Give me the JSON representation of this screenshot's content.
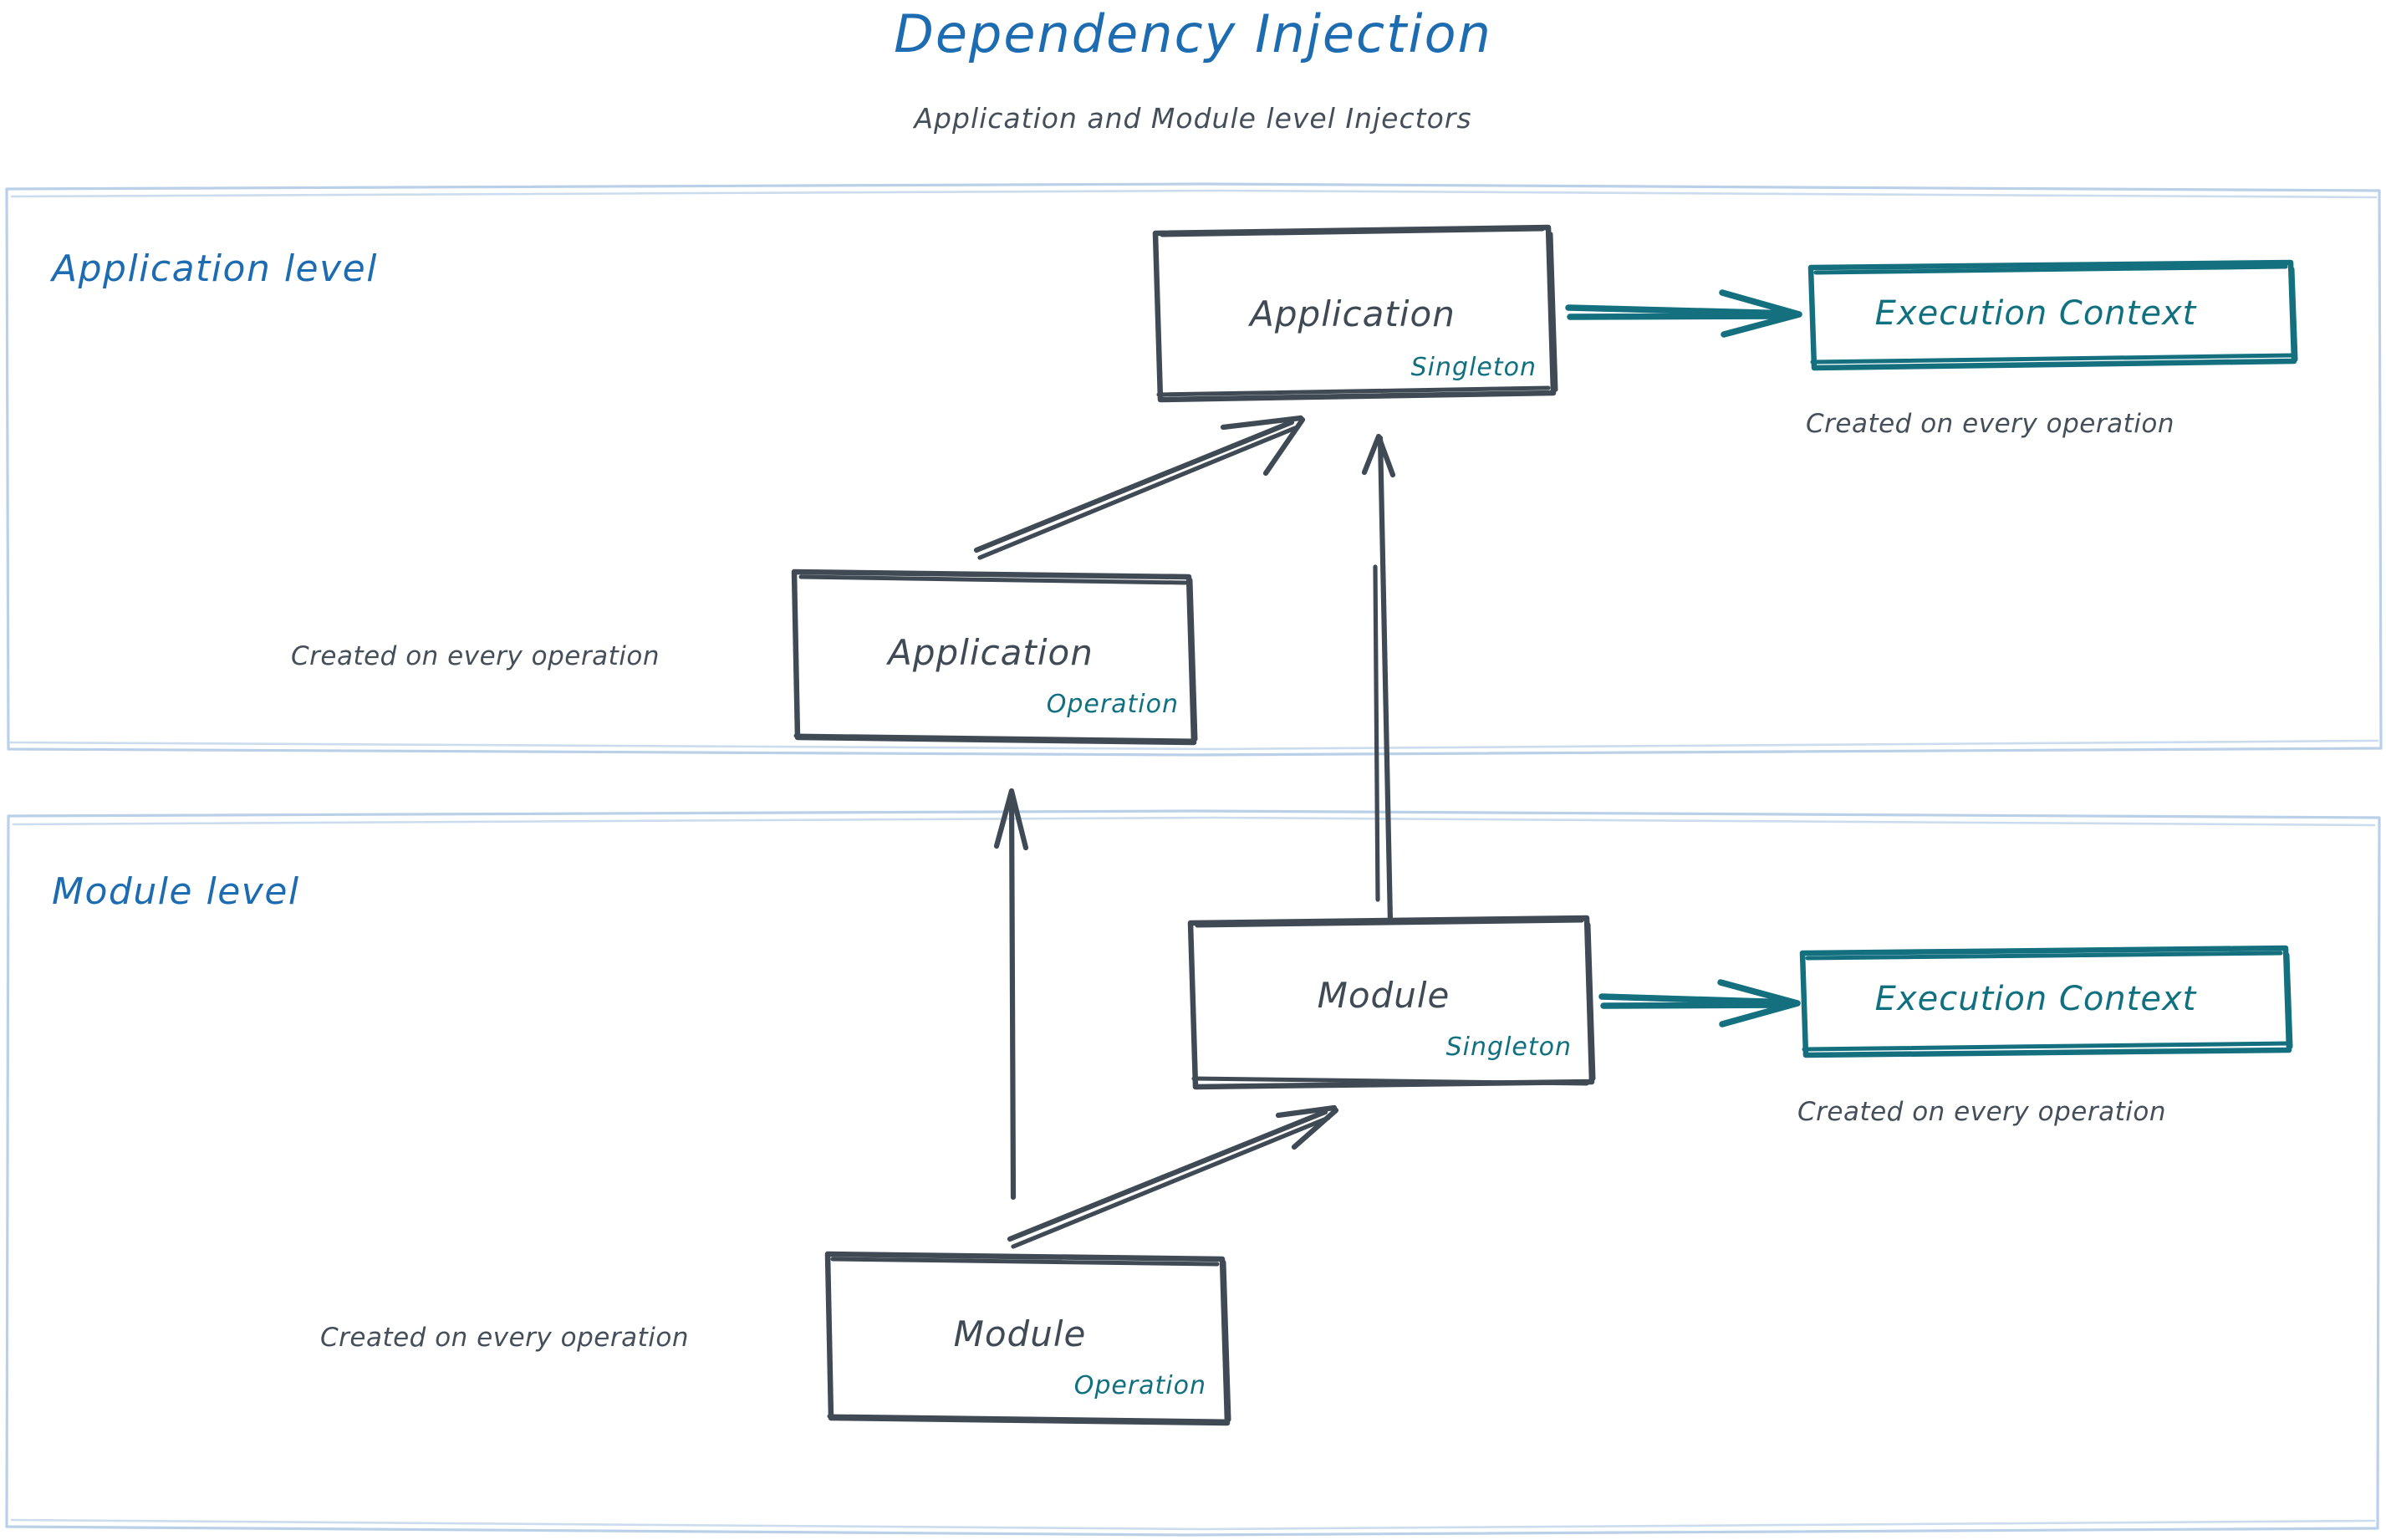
{
  "header": {
    "title": "Dependency Injection",
    "subtitle": "Application and Module level Injectors"
  },
  "colors": {
    "title_blue": "#1d6cb2",
    "lane_border": "#b9d0e8",
    "node_stroke": "#3f4a54",
    "scope_teal": "#10707f",
    "caption_gray": "#454f59",
    "background": "#ffffff"
  },
  "lanes": [
    {
      "id": "application-level",
      "title": "Application level",
      "nodes": [
        {
          "id": "application-singleton",
          "title": "Application",
          "scope": "Singleton"
        },
        {
          "id": "application-operation",
          "title": "Application",
          "scope": "Operation",
          "caption": "Created on every operation"
        },
        {
          "id": "execution-context-application",
          "title": "Execution Context",
          "caption": "Created on every operation"
        }
      ],
      "edges": [
        {
          "id": "app-operation-to-app-singleton",
          "from": "application-operation",
          "to": "application-singleton",
          "style": "dark-double"
        },
        {
          "id": "app-singleton-to-execution-context",
          "from": "application-singleton",
          "to": "execution-context-application",
          "style": "teal"
        }
      ]
    },
    {
      "id": "module-level",
      "title": "Module level",
      "nodes": [
        {
          "id": "module-singleton",
          "title": "Module",
          "scope": "Singleton"
        },
        {
          "id": "module-operation",
          "title": "Module",
          "scope": "Operation",
          "caption": "Created on every operation"
        },
        {
          "id": "execution-context-module",
          "title": "Execution Context",
          "caption": "Created on every operation"
        }
      ],
      "edges": [
        {
          "id": "module-operation-to-module-singleton",
          "from": "module-operation",
          "to": "module-singleton",
          "style": "dark-double"
        },
        {
          "id": "module-singleton-to-execution-context",
          "from": "module-singleton",
          "to": "execution-context-module",
          "style": "teal"
        }
      ]
    }
  ],
  "cross_lane_edges": [
    {
      "id": "module-singleton-to-application-singleton",
      "from": "module-singleton",
      "to": "application-singleton",
      "style": "dark-single"
    },
    {
      "id": "module-operation-to-application-operation",
      "from": "module-operation",
      "to": "application-operation",
      "style": "dark-single"
    }
  ]
}
